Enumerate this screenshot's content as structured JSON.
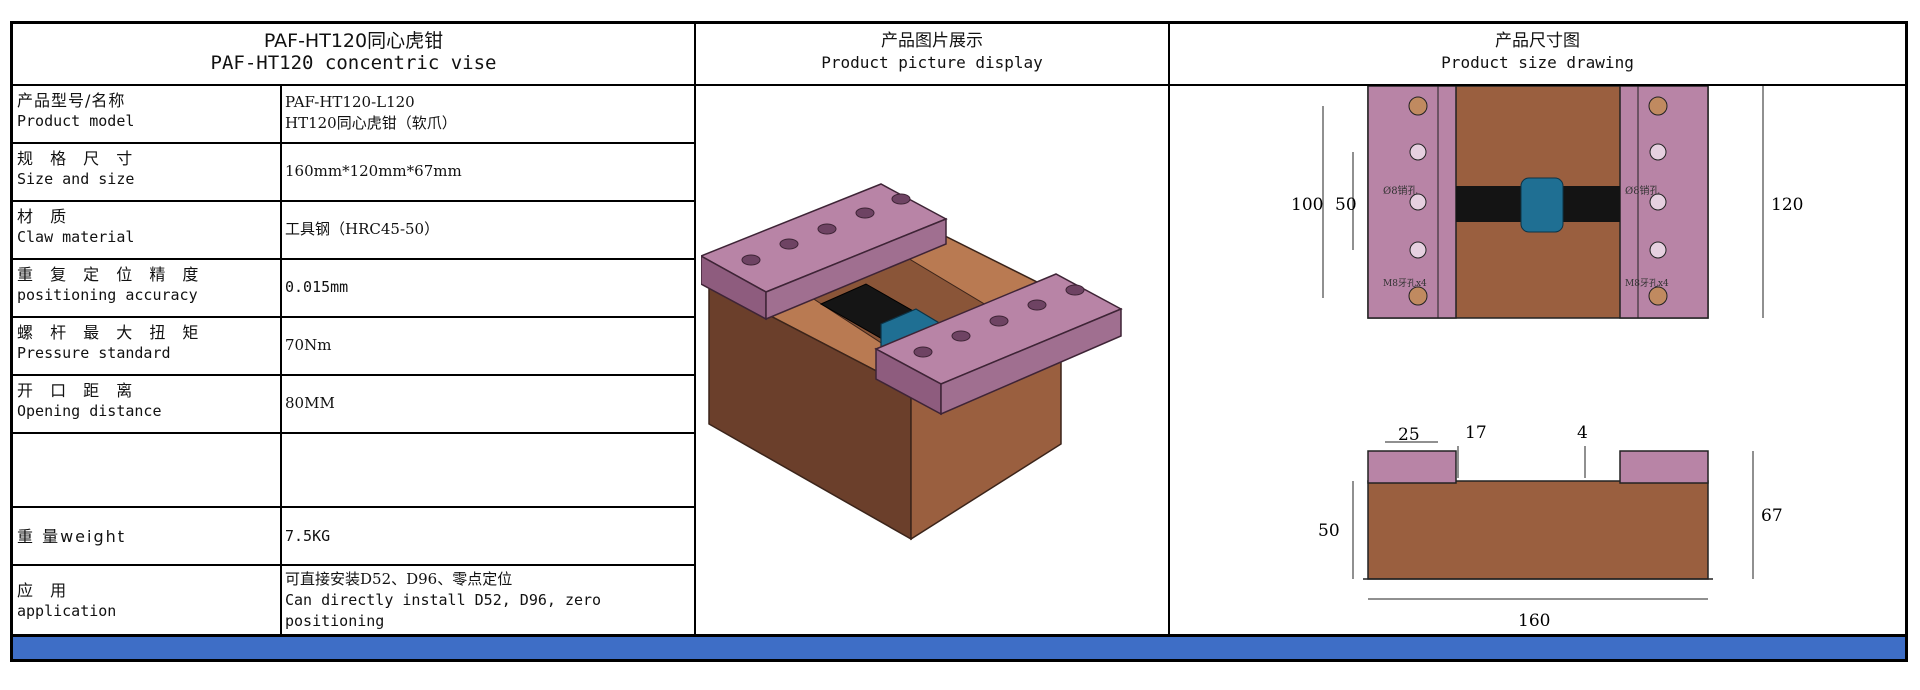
{
  "header": {
    "title_zh": "PAF-HT120同心虎钳",
    "title_en": "PAF-HT120 concentric vise",
    "picture_zh": "产品图片展示",
    "picture_en": "Product picture display",
    "drawing_zh": "产品尺寸图",
    "drawing_en": "Product size drawing"
  },
  "specs": [
    {
      "label_zh": "产品型号/名称",
      "label_en": "Product model",
      "value": "PAF-HT120-L120",
      "value2": "HT120同心虎钳（软爪）"
    },
    {
      "label_zh": "规 格 尺 寸",
      "label_en": "Size and size",
      "value": "160mm*120mm*67mm",
      "value2": ""
    },
    {
      "label_zh": "材 质",
      "label_en": "Claw material",
      "value": "工具钢（HRC45-50）",
      "value2": ""
    },
    {
      "label_zh": "重 复 定 位 精 度",
      "label_en": "positioning accuracy",
      "value": "0.015mm",
      "value2": ""
    },
    {
      "label_zh": "螺 杆 最 大 扭 矩",
      "label_en": "Pressure standard",
      "value": "70Nm",
      "value2": ""
    },
    {
      "label_zh": "开 口 距 离",
      "label_en": "Opening distance",
      "value": "80MM",
      "value2": ""
    },
    {
      "label_zh": "",
      "label_en": "",
      "value": "",
      "value2": ""
    },
    {
      "label_zh": "重 量weight",
      "label_en": "",
      "value": "7.5KG",
      "value2": ""
    },
    {
      "label_zh": "应 用",
      "label_en": "application",
      "value": "可直接安装D52、D96、零点定位",
      "value2": "Can directly install D52, D96, zero",
      "value3": "positioning"
    }
  ],
  "drawing": {
    "top_view": {
      "d100": "100",
      "d50": "50",
      "d120": "120",
      "hole_note": "Ø8销孔",
      "thread_note": "M8牙孔x4"
    },
    "front_view": {
      "d25": "25",
      "d17": "17",
      "d4": "4",
      "d50": "50",
      "d67": "67",
      "d160": "160"
    }
  },
  "colors": {
    "jaw": "#b884a6",
    "body": "#9a5f3f",
    "accent_bar": "#3e6ec6",
    "clamp": "#1f6f93"
  }
}
